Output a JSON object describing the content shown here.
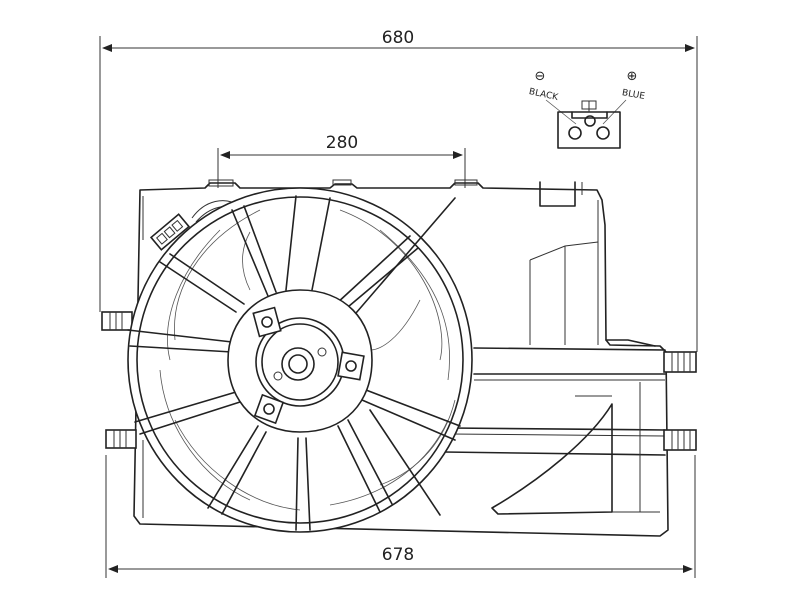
{
  "dimensions": {
    "overall_width": "680",
    "bottom_width": "678",
    "mount_spacing": "280"
  },
  "connector": {
    "negative_symbol": "⊖",
    "negative_label": "BLACK",
    "positive_symbol": "⊕",
    "positive_label": "BLUE"
  },
  "colors": {
    "line": "#222222",
    "background": "#ffffff"
  }
}
